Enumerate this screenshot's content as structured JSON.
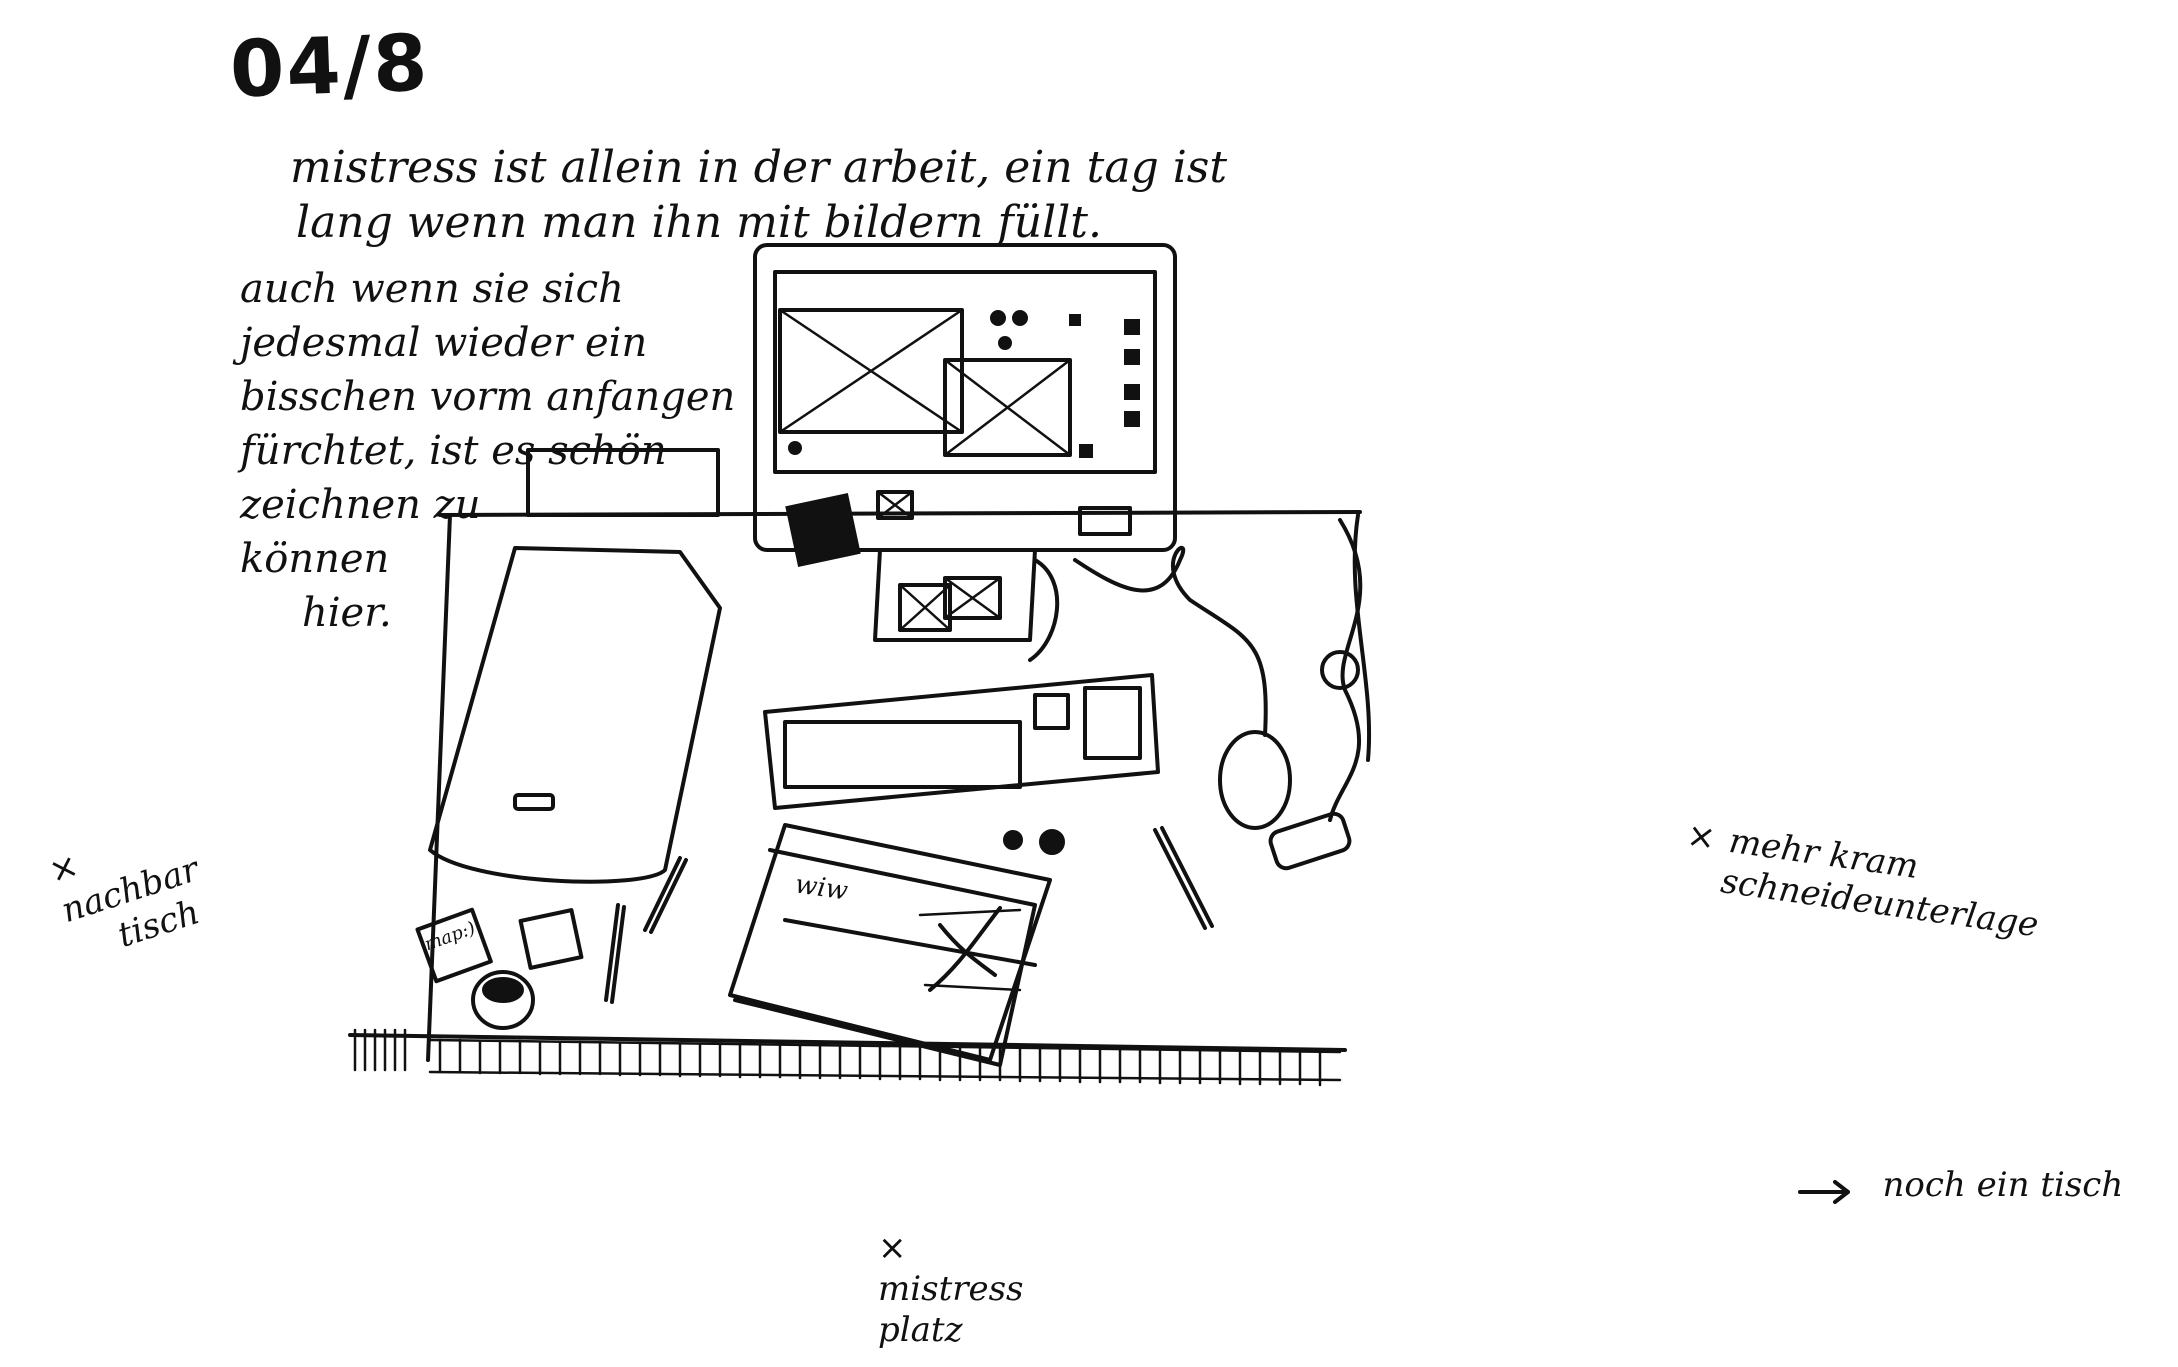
{
  "page_number": "04/8",
  "text_top": [
    "mistress ist allein in der arbeit, ein tag ist",
    "lang wenn man ihn mit bildern füllt."
  ],
  "text_left": [
    "auch wenn sie sich",
    "jedesmal wieder ein",
    "bisschen vorm anfangen",
    "fürchtet, ist es schön",
    "zeichnen zu",
    "können",
    "hier."
  ],
  "labels": {
    "neighbor": [
      "nachbar",
      "tisch"
    ],
    "cutting_mat": [
      "mehr kram",
      "schneideunterlage"
    ],
    "seat": [
      "mistress",
      "platz"
    ],
    "more_table": "noch ein tisch"
  },
  "marks": {
    "cross": "×",
    "arrow": "→"
  },
  "objects": {
    "note_card": "map:)",
    "sketch_label": "wiw"
  },
  "colors": {
    "ink": "#111111",
    "paper": "#ffffff"
  }
}
